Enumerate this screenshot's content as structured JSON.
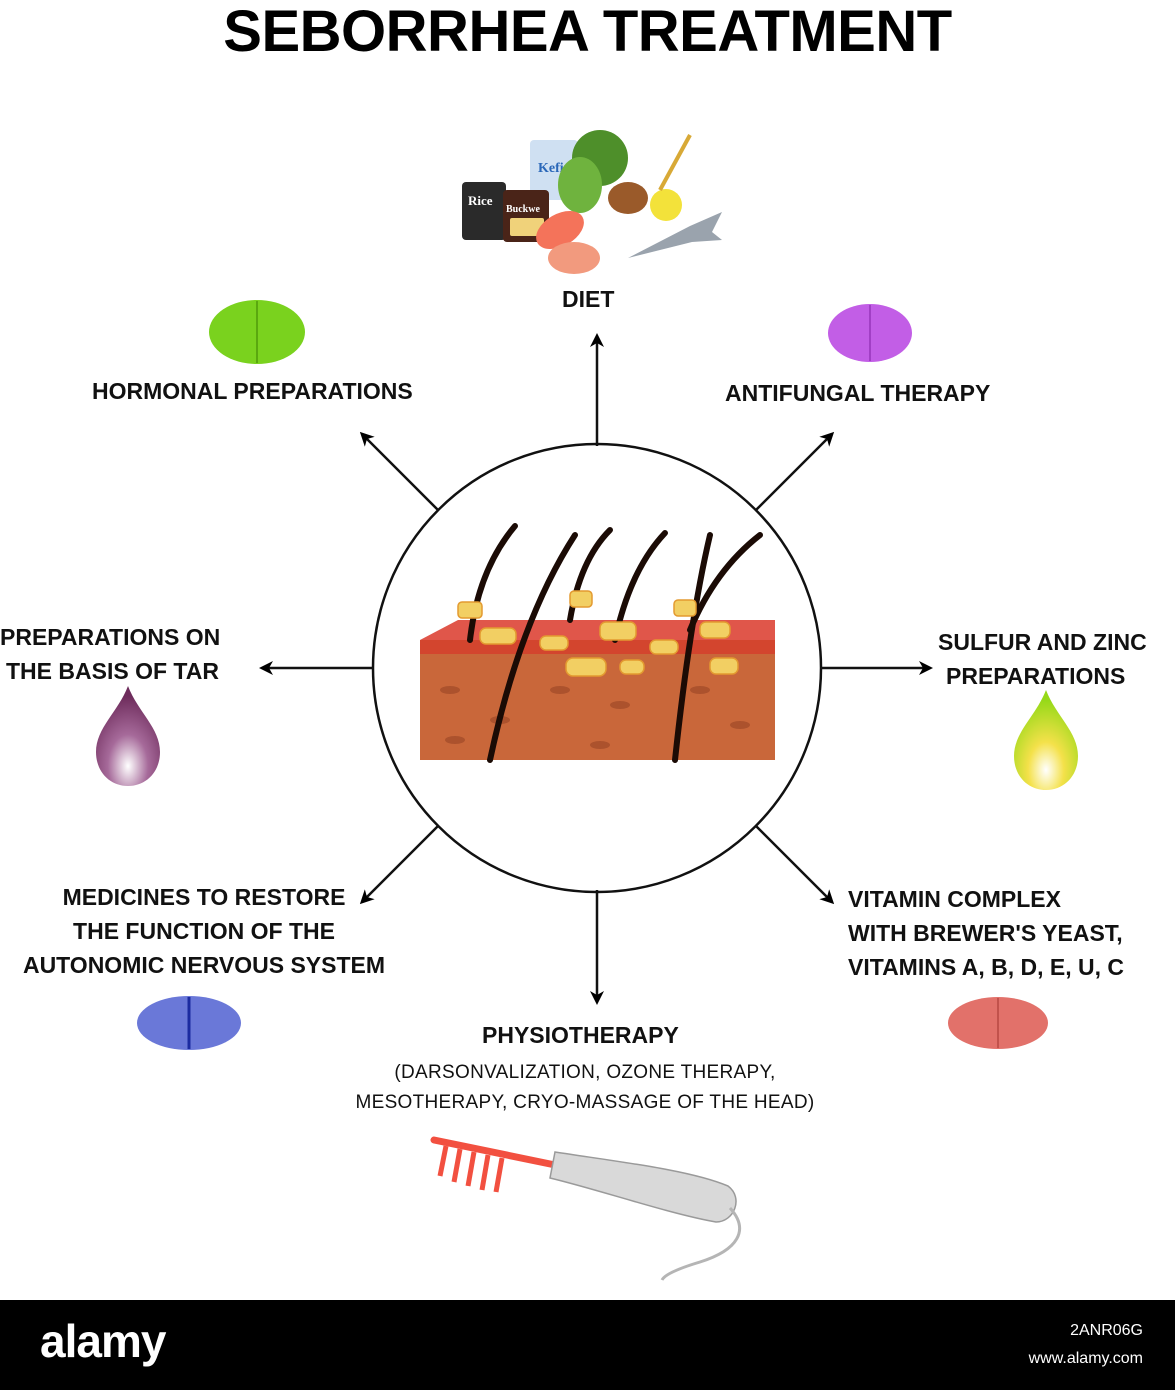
{
  "title": "SEBORRHEA TREATMENT",
  "center_graphic": "skin-cross-section-with-hair-follicles",
  "items": {
    "diet": {
      "label": "DIET",
      "icon": "food-group-icon",
      "food": {
        "rice": "Rice",
        "buckwheat": "Buckwe",
        "kefir": "Kefir"
      }
    },
    "hormonal": {
      "label": "HORMONAL PREPARATIONS",
      "icon": "green-pill-icon",
      "color": "#7ad21e"
    },
    "antifungal": {
      "label": "ANTIFUNGAL THERAPY",
      "icon": "purple-pill-icon",
      "color": "#c25ee6"
    },
    "tar": {
      "label_lines": [
        "PREPARATIONS ON",
        "THE BASIS OF TAR"
      ],
      "icon": "purple-drop-icon",
      "color": "#8a3a6e"
    },
    "sulfur": {
      "label_lines": [
        "SULFUR AND ZINC",
        "PREPARATIONS"
      ],
      "icon": "yellow-green-drop-icon",
      "color": "#b6e01a"
    },
    "medicines": {
      "label_lines": [
        "MEDICINES TO RESTORE",
        "THE FUNCTION OF THE",
        "AUTONOMIC NERVOUS SYSTEM"
      ],
      "icon": "blue-pill-icon",
      "color": "#6a78d8"
    },
    "vitamin": {
      "label_lines": [
        "VITAMIN COMPLEX",
        "WITH BREWER'S YEAST,",
        "VITAMINS A, B, D, E, U, C"
      ],
      "icon": "red-pill-icon",
      "color": "#e2716a"
    },
    "physio": {
      "label": "PHYSIOTHERAPY",
      "sub_lines": [
        "(DARSONVALIZATION, OZONE THERAPY,",
        "MESOTHERAPY, CRYO-MASSAGE OF THE HEAD)"
      ],
      "icon": "darsonval-device-icon"
    }
  },
  "footer": {
    "brand": "alamy",
    "image_id": "2ANR06G",
    "site": "www.alamy.com"
  }
}
